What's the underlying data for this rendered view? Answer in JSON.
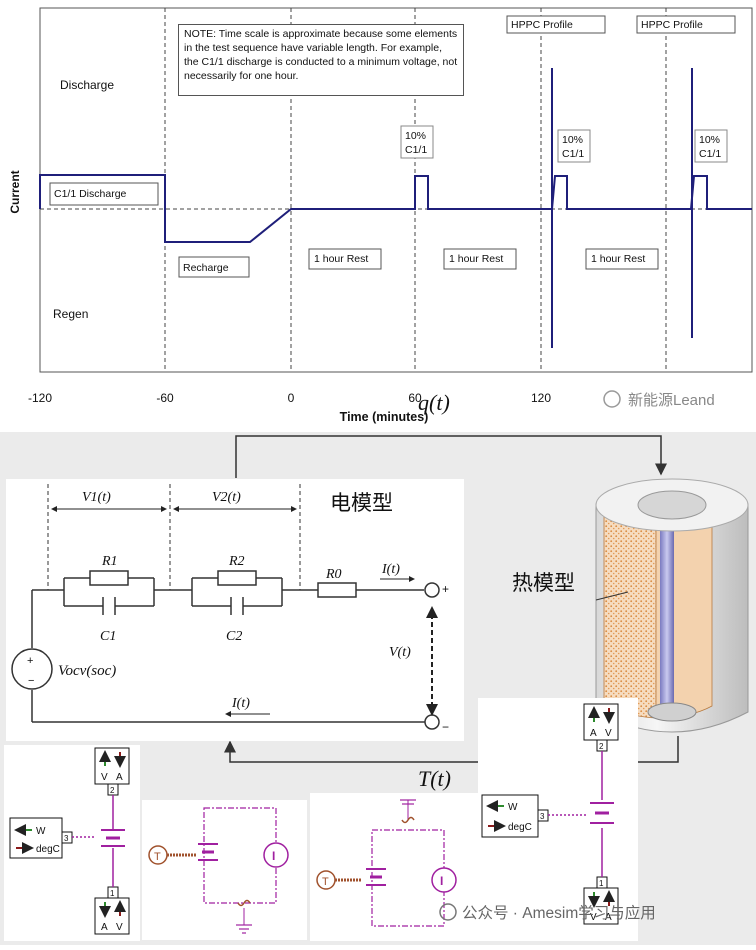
{
  "top_chart": {
    "y_axis_label": "Current",
    "x_axis_label": "Time (minutes)",
    "x_ticks": [
      "-120",
      "-60",
      "0",
      "60",
      "120"
    ],
    "region_labels": {
      "discharge": "Discharge",
      "regen": "Regen"
    },
    "note_text": "NOTE: Time scale is approximate because some elements in the test sequence have variable length. For example, the C1/1 discharge is conducted to a minimum voltage, not necessarily for one hour.",
    "segment_labels": {
      "c1_discharge": "C1/1 Discharge",
      "recharge": "Recharge",
      "rest": "1 hour Rest",
      "hppc": "HPPC Profile",
      "pulse_pct": "10%",
      "pulse_rate": "C1/1"
    },
    "watermark": "新能源Leand"
  },
  "diagram": {
    "heat_flow_label": "q(t)",
    "temp_label": "T(t)",
    "electrical_model_title": "电模型",
    "thermal_model_title": "热模型",
    "circuit": {
      "v1": "V1(t)",
      "v2": "V2(t)",
      "r1": "R1",
      "r2": "R2",
      "r0": "R0",
      "c1": "C1",
      "c2": "C2",
      "current": "I(t)",
      "voltage": "V(t)",
      "ocv": "Vocv(soc)",
      "plus": "+",
      "minus": "−"
    }
  },
  "amesim_blocks": {
    "port_labels": {
      "watt": "W",
      "degc": "degC",
      "v": "V",
      "a": "A"
    },
    "port_numbers": [
      "1",
      "2",
      "3"
    ],
    "thermal_symbol": "T",
    "current_symbol": "I"
  },
  "footer_watermark": "公众号 · Amesim学习与应用",
  "colors": {
    "profile_line": "#1f1f7a",
    "dashed_gridline": "#444444",
    "circuit_stroke": "#333333",
    "amesim_magenta": "#a020a0",
    "amesim_brown": "#a0522d",
    "arrow_green": "#2e8b2e",
    "arrow_red": "#8b1a1a",
    "cell_tan": "#e9a96a",
    "lower_background": "#ebebeb"
  }
}
